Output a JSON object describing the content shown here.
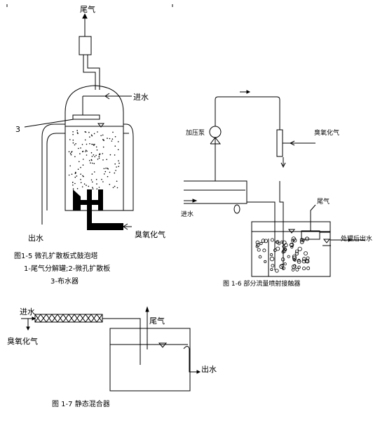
{
  "fig5": {
    "tail_gas": "尾气",
    "inlet_water": "进水",
    "label_3": "3",
    "ozone_air": "臭氧化气",
    "outlet_water": "出水",
    "caption_line1": "图1-5 微孔扩散板式鼓泡塔",
    "caption_line2": "1-尾气分解罐;2-微孔扩散板",
    "caption_line3": "3-布水器"
  },
  "fig6": {
    "pump": "加压泵",
    "ozone_air": "臭氧化气",
    "inlet_water": "进水",
    "tail_gas": "尾气",
    "treated_water": "处理后出水",
    "caption": "图 1-6 部分流量喷射接触器"
  },
  "fig7": {
    "inlet_water": "进水",
    "ozone_air": "臭氧化气",
    "tail_gas": "尾气",
    "outlet_water": "出水",
    "caption": "图 1-7  静态混合器"
  }
}
